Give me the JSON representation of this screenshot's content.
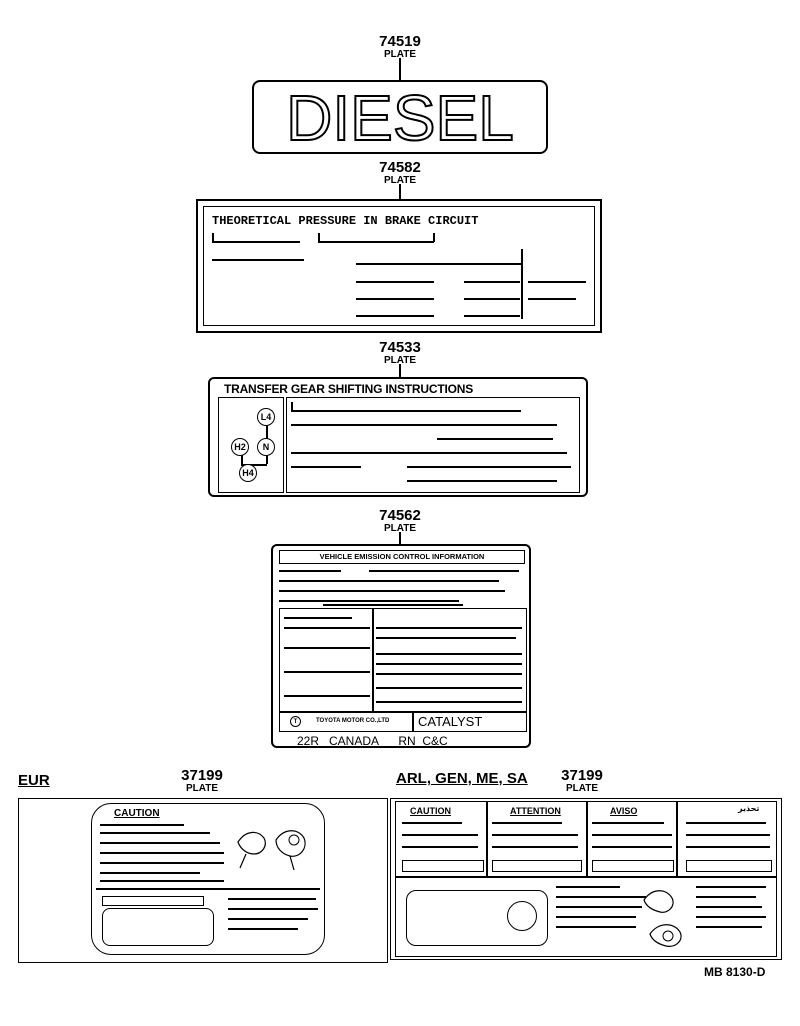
{
  "plates": {
    "diesel": {
      "number": "74519",
      "label": "PLATE",
      "text": "DIESEL"
    },
    "brake": {
      "number": "74582",
      "label": "PLATE",
      "title": "THEORETICAL PRESSURE IN BRAKE CIRCUIT"
    },
    "transfer": {
      "number": "74533",
      "label": "PLATE",
      "title": "TRANSFER   GEAR   SHIFTING   INSTRUCTIONS",
      "positions": [
        "L4",
        "H2",
        "N",
        "H4"
      ]
    },
    "emission": {
      "number": "74562",
      "label": "PLATE",
      "title": "VEHICLE   EMISSION   CONTROL   INFORMATION",
      "maker": "TOYOTA MOTOR CO.,LTD",
      "catalyst": "CATALYST",
      "footer": "22R   CANADA      RN  C&C"
    },
    "eur": {
      "region": "EUR",
      "number": "37199",
      "label": "PLATE",
      "heading": "CAUTION"
    },
    "arl": {
      "region": "ARL, GEN, ME, SA",
      "number": "37199",
      "label": "PLATE",
      "headings": [
        "CAUTION",
        "ATTENTION",
        "AVISO"
      ],
      "corner": "ﺗﺤﺬﻳﺮ"
    }
  },
  "drawing_code": "MB 8130-D"
}
